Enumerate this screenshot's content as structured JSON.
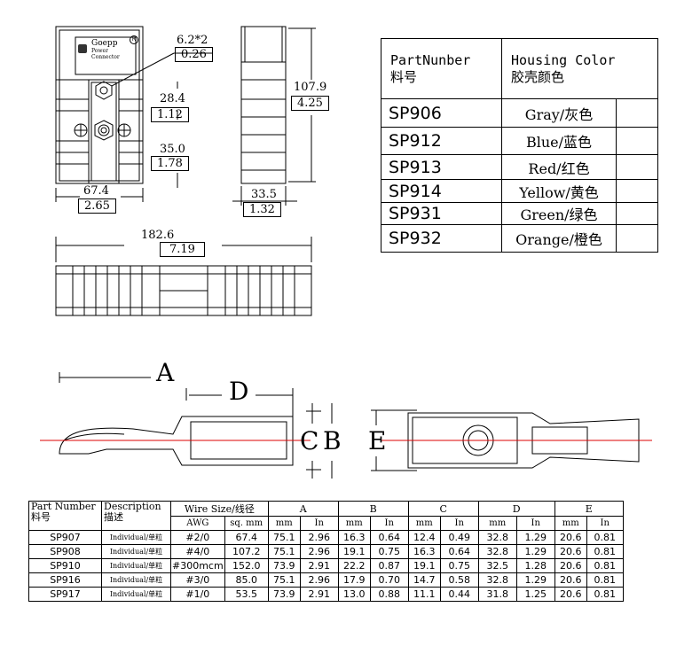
{
  "top_view": {
    "logo": {
      "line1": "Goepp",
      "line2": "Power",
      "line3": "Connector"
    },
    "dims": {
      "hole_mm": "6.2*2",
      "hole_in": "0.26",
      "d1_mm": "28.4",
      "d1_in": "1.12",
      "d2_mm": "35.0",
      "d2_in": "1.78",
      "width_mm": "67.4",
      "width_in": "2.65",
      "height_mm": "107.9",
      "height_in": "4.25",
      "depth_mm": "33.5",
      "depth_in": "1.32",
      "length_mm": "182.6",
      "length_in": "7.19"
    }
  },
  "color_table": {
    "header_col1": [
      "PartNunber",
      "料号"
    ],
    "header_col2": [
      "Housing Color",
      "胶壳颜色"
    ],
    "rows": [
      {
        "part": "SP906",
        "color": "Gray/灰色"
      },
      {
        "part": "SP912",
        "color": "Blue/蓝色"
      },
      {
        "part": "SP913",
        "color": "Red/红色"
      },
      {
        "part": "SP914",
        "color": "Yellow/黄色"
      },
      {
        "part": "SP931",
        "color": "Green/绿色"
      },
      {
        "part": "SP932",
        "color": "Orange/橙色"
      }
    ]
  },
  "contact_labels": {
    "a": "A",
    "b": "B",
    "c": "C",
    "d": "D",
    "e": "E"
  },
  "spec_table": {
    "headers": {
      "part": [
        "Part Number",
        "料号"
      ],
      "desc": [
        "Description",
        "描述"
      ],
      "wire": "Wire Size/线径",
      "awg": "AWG",
      "sqmm": "sq. mm",
      "a": "A",
      "b": "B",
      "c": "C",
      "d": "D",
      "e": "E",
      "mm": "mm",
      "in": "In"
    },
    "rows": [
      {
        "part": "SP907",
        "desc": "Individual/单粒",
        "awg": "#2/0",
        "sq": "67.4",
        "a_mm": "75.1",
        "a_in": "2.96",
        "b_mm": "16.3",
        "b_in": "0.64",
        "c_mm": "12.4",
        "c_in": "0.49",
        "d_mm": "32.8",
        "d_in": "1.29",
        "e_mm": "20.6",
        "e_in": "0.81"
      },
      {
        "part": "SP908",
        "desc": "Individual/单粒",
        "awg": "#4/0",
        "sq": "107.2",
        "a_mm": "75.1",
        "a_in": "2.96",
        "b_mm": "19.1",
        "b_in": "0.75",
        "c_mm": "16.3",
        "c_in": "0.64",
        "d_mm": "32.8",
        "d_in": "1.29",
        "e_mm": "20.6",
        "e_in": "0.81"
      },
      {
        "part": "SP910",
        "desc": "Individual/单粒",
        "awg": "#300mcm",
        "sq": "152.0",
        "a_mm": "73.9",
        "a_in": "2.91",
        "b_mm": "22.2",
        "b_in": "0.87",
        "c_mm": "19.1",
        "c_in": "0.75",
        "d_mm": "32.5",
        "d_in": "1.28",
        "e_mm": "20.6",
        "e_in": "0.81"
      },
      {
        "part": "SP916",
        "desc": "Individual/单粒",
        "awg": "#3/0",
        "sq": "85.0",
        "a_mm": "75.1",
        "a_in": "2.96",
        "b_mm": "17.9",
        "b_in": "0.70",
        "c_mm": "14.7",
        "c_in": "0.58",
        "d_mm": "32.8",
        "d_in": "1.29",
        "e_mm": "20.6",
        "e_in": "0.81"
      },
      {
        "part": "SP917",
        "desc": "Individual/单粒",
        "awg": "#1/0",
        "sq": "53.5",
        "a_mm": "73.9",
        "a_in": "2.91",
        "b_mm": "13.0",
        "b_in": "0.88",
        "c_mm": "11.1",
        "c_in": "0.44",
        "d_mm": "31.8",
        "d_in": "1.25",
        "e_mm": "20.6",
        "e_in": "0.81"
      }
    ]
  }
}
